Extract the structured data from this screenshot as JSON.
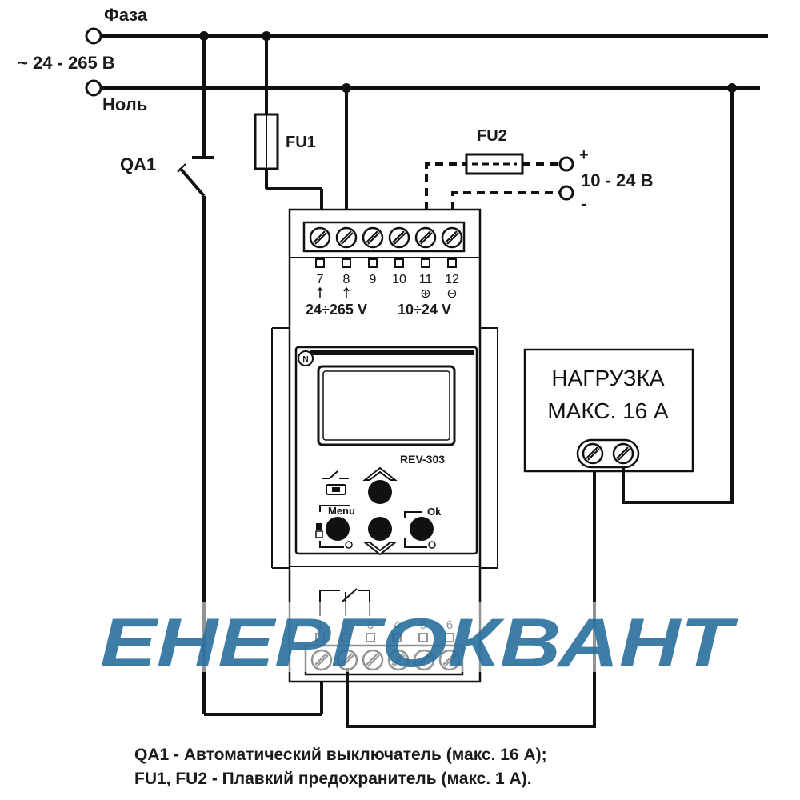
{
  "labels": {
    "phase": "Фаза",
    "voltage": "~ 24 - 265 В",
    "neutral": "Ноль",
    "qa1": "QA1",
    "fu1": "FU1",
    "fu2": "FU2",
    "plus": "+",
    "minus": "-",
    "dc_voltage": "10 - 24 В"
  },
  "device": {
    "model": "REV-303",
    "terminals_top": [
      "7",
      "8",
      "9",
      "10",
      "11",
      "12"
    ],
    "terminals_bottom": [
      "1",
      "2",
      "3",
      "4",
      "5",
      "6"
    ],
    "supply_ac": "24÷265 V",
    "supply_dc": "10÷24 V",
    "menu": "Menu",
    "ok": "Ok",
    "plus_symbol": "⊕",
    "minus_symbol": "⊖"
  },
  "load": {
    "line1": "НАГРУЗКА",
    "line2": "МАКС. 16 А"
  },
  "watermark": {
    "text": "ЕНЕРГОКВАНТ",
    "color": "#2a6f9c"
  },
  "legend": {
    "line1": "QA1 - Автоматический выключатель (макс. 16 А);",
    "line2": "FU1, FU2 - Плавкий предохранитель  (макс. 1 А)."
  }
}
